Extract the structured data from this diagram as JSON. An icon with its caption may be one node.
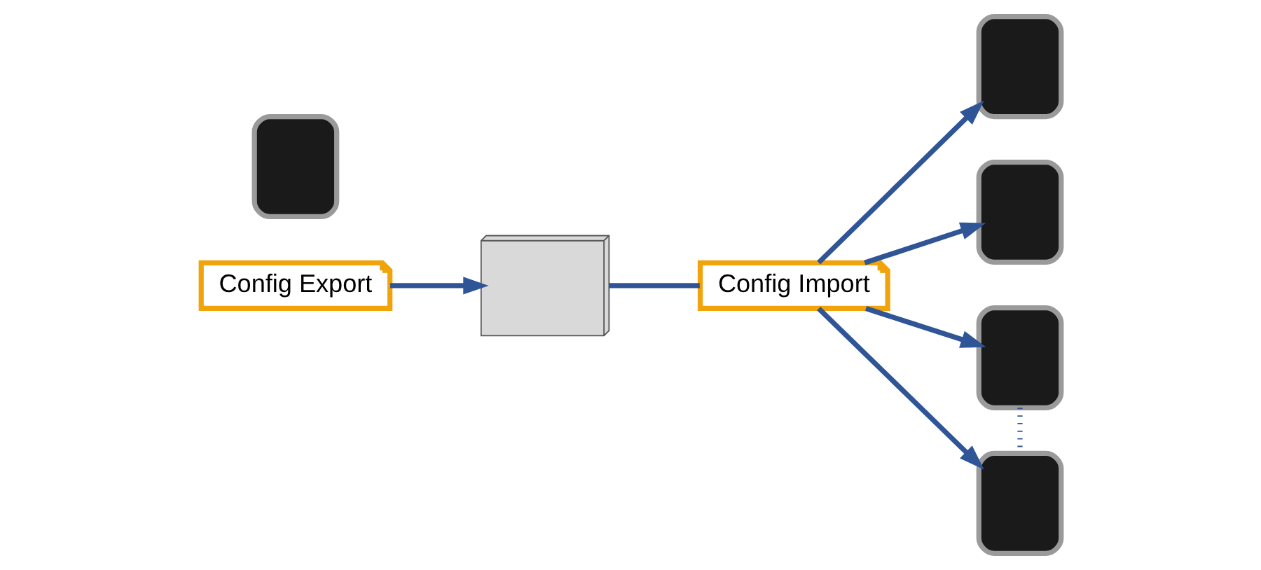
{
  "diagram": {
    "nodes": [
      {
        "text": [],
        "shape": "picture"
      },
      {
        "text": [
          "Config Export"
        ]
      },
      {
        "text": [],
        "shape": "box"
      },
      {
        "text": [
          "Config Import"
        ]
      },
      {
        "text": [],
        "shape": "box"
      },
      {
        "text": [],
        "shape": "box"
      },
      {
        "text": [],
        "shape": "box"
      },
      {
        "text": [],
        "shape": "box"
      }
    ],
    "edges": [
      {
        "from": 1,
        "to": 0,
        "arrow": "to"
      },
      {
        "from": 0,
        "to": 3,
        "arrow": "none"
      },
      {
        "from": 3,
        "to": 4,
        "arrow": "to"
      },
      {
        "from": 3,
        "to": 5,
        "arrow": "to"
      },
      {
        "from": 3,
        "to": 6,
        "arrow": "to"
      },
      {
        "from": 3,
        "to": 7,
        "arrow": "to"
      },
      {
        "from": 6,
        "to": 7,
        "arrow": "none",
        "style": "dashed"
      }
    ]
  }
}
